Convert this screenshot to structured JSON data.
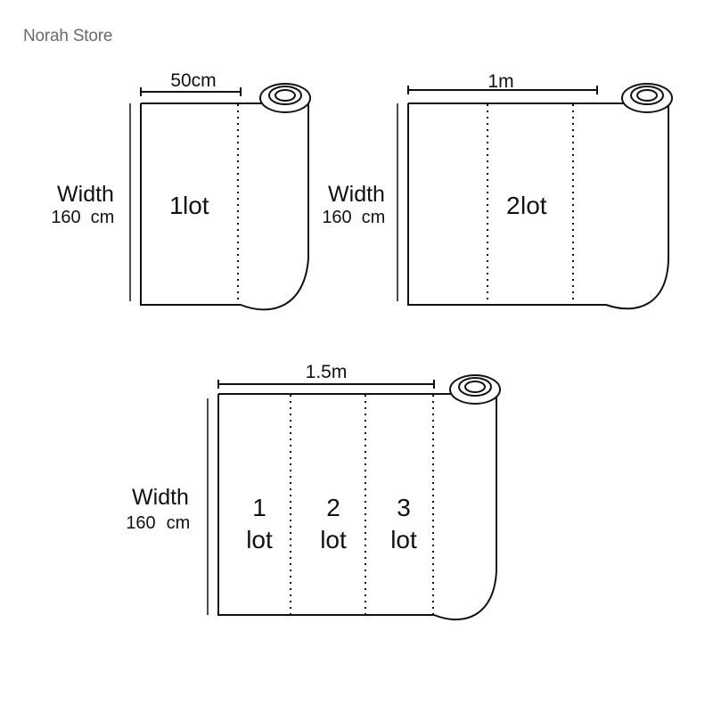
{
  "store": {
    "name": "Norah Store"
  },
  "diagrams": [
    {
      "length_label": "50cm",
      "width_title": "Width",
      "width_value": "160",
      "width_unit": "cm",
      "lots": [
        {
          "number": "1",
          "word": "lot"
        }
      ]
    },
    {
      "length_label": "1m",
      "width_title": "Width",
      "width_value": "160",
      "width_unit": "cm",
      "lots": [
        {
          "number": "2",
          "word": "lot"
        }
      ]
    },
    {
      "length_label": "1.5m",
      "width_title": "Width",
      "width_value": "160",
      "width_unit": "cm",
      "lots": [
        {
          "number": "1",
          "word": "lot"
        },
        {
          "number": "2",
          "word": "lot"
        },
        {
          "number": "3",
          "word": "lot"
        }
      ]
    }
  ],
  "colors": {
    "line": "#111111",
    "store_text": "#6b6b6b",
    "background": "#ffffff"
  }
}
